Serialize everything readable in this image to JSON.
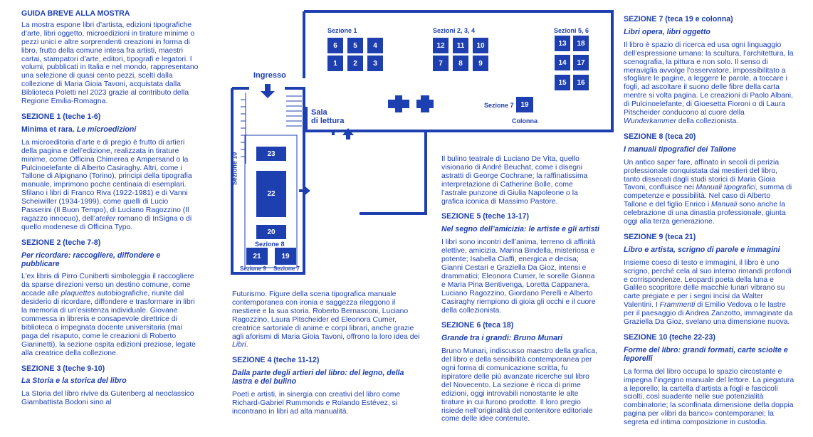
{
  "intro": {
    "title": "GUIDA BREVE ALLA MOSTRA",
    "text": "La mostra espone libri d’artista, edizioni tipografiche d’arte, libri oggetto, microedizioni in tirature minime o pezzi unici e altre sorprendenti creazioni in forma di libro, frutto della comune intesa fra artisti, maestri cartai, stampatori d’arte, editori, tipografi e legatori. I volumi, pubblicati in Italia e nel mondo, rappresentano una selezione di quasi cento pezzi, scelti dalla collezione di Maria Gioia Tavoni, acquistata dalla Biblioteca Poletti nel 2023 grazie al contributo della Regione Emilia-Romagna."
  },
  "s1": {
    "head": "SEZIONE 1 (teche 1-6)",
    "sub_a": "Minima et rara.",
    "sub_b": "Le microedizioni",
    "text": "La microeditoria d’arte e di pregio è frutto di artieri della pagina e dell’edizione, realizzata in tirature minime, come Officina Chimerea e Ampersand o la Pulcinoelefante di Alberto Casiraghy. Altri, come i Tallone di Alpignano (Torino), principi della tipografia manuale, imprimono poche centinaia di esemplari. Sfilano i libri di Franco Riva (1922-1981) e di Vanni Scheiwiller (1934-1999), come quelli di Lucio Passerini (Il Buon Tempo), di Luciano Ragozzino (Il ragazzo innocuo), dell’",
    "atelier": "atelier",
    "text2": " romano di InSigna o di quello modenese di Officina Typo."
  },
  "s2": {
    "head": "SEZIONE 2 (teche 7-8)",
    "sub": "Per ricordare: raccogliere, diffondere e pubblicare",
    "text_a": "L’ex libris di Pirro Cuniberti simboleggia il raccogliere da sparse direzioni verso un destino comune, come accade alle ",
    "plaquettes": "plaquettes",
    "text_b": " autobiografiche, riunite dal desiderio di ricordare, diffondere e trasformare in libri la memoria di un’esistenza individuale. Giovane commessa in libreria e consapevole direttrice di biblioteca o impegnata docente universitaria (mai paga del risaputo, come le creazioni di Roberto Gianinetti), la sezione ospita edizioni preziose, legate alla creatrice della collezione."
  },
  "s3": {
    "head": "SEZIONE 3 (teche 9-10)",
    "sub": "La Storia e la storica del libro",
    "text": "La Storia del libro rivive da Gutenberg al neoclassico Giambattista Bodoni sino al",
    "cont_a": "Futurismo. Figure della scena tipografica manuale contemporanea con ironia e saggezza rileggono il mestiere e la sua storia. Roberto Bernasconi, Luciano Ragozzino, Laura Pitscheider ed Eleonora Cumer, creatrice sartoriale di anime e corpi librari, anche grazie agli aforismi di Maria Gioia Tavoni, offrono la loro idea dei ",
    "libri": "Libri",
    "cont_b": "."
  },
  "s4": {
    "head": "SEZIONE 4 (teche 11-12)",
    "sub": "Dalla parte degli artieri del libro: del legno, della lastra e del bulino",
    "text": "Poeti e artisti, in sinergia con creativi del libro come Richard-Gabriel Rummonds e Rolando Estévez, si incontrano in libri ad alta manualità.",
    "cont": "Il bulino teatrale di Luciano De Vita, quello visionario di André Beuchat, come i disegni astratti di George Cochrane; la raffinatissima interpretazione di Catherine Bolle, come l’astrale punzone di Giulia Napoleone o la grafica iconica di Massimo Pastore."
  },
  "s5": {
    "head": "SEZIONE 5 (teche 13-17)",
    "sub": "Nel segno dell’amicizia: le artiste e gli artisti",
    "text": "I libri sono incontri dell’anima, terreno di affinità elettive, amicizia. Marina Bindella, misteriosa e potente; Isabella Ciaffi, energica e decisa; Gianni Cestari e Graziella Da Gioz, intensi e drammatici; Eleonora Cumer, le sorelle Gianna e Maria Pina Bentivenga, Loretta Cappanera, Luciano Ragozzino, Giordano Perelli e Alberto Casiraghy riempiono di gioia gli occhi e il cuore della collezionista."
  },
  "s6": {
    "head": "SEZIONE 6 (teca 18)",
    "sub": "Grande tra i grandi: Bruno Munari",
    "text": "Bruno Munari, indiscusso maestro della grafica, del libro e della sensibilità contemporanea per ogni forma di comunicazione scritta, fu ispiratore delle più avanzate ricerche sul libro del Novecento. La sezione è ricca di prime edizioni, oggi introvabili nonostante le alte tirature in cui furono prodotte. Il loro pregio risiede nell’originalità del contenitore editoriale come delle idee contenute."
  },
  "s7": {
    "head": "SEZIONE 7 (teca 19 e colonna)",
    "sub": "Libri opera, libri oggetto",
    "text": "Il libro è spazio di ricerca ed usa ogni linguaggio dell’espressione umana: la scultura, l’architettura, la scenografia, la pittura e non solo. Il senso di meraviglia avvolge l’osservatore, impossibilitato a sfogliare le pagine, a leggere le parole, a toccare i fogli, ad ascoltare il suono delle fibre della carta mentre si volta pagina. Le creazioni di Paolo Albani, di Pulcinoelefante, di Gioesetta Fioroni o di Laura Pitscheider conducono al cuore della ",
    "wk": "Wunderkammer",
    "text2": " della collezionista."
  },
  "s8": {
    "head": "SEZIONE 8 (teca 20)",
    "sub": "I manuali tipografici dei Tallone",
    "text": "Un antico saper fare, affinato in secoli di perizia professionale conquistata dai mestieri del libro, tanto dissecati dagli studi storici di Maria Gioia Tavoni, confluisce nei ",
    "mt": "Manuali tipografici",
    "text2": ", summa di competenze e possibilità. Nel caso di Alberto Tallone e del figlio Enrico i ",
    "m": "Manuali",
    "text3": " sono anche la celebrazione di una dinastia professionale, giunta oggi alla terza generazione."
  },
  "s9": {
    "head": "SEZIONE 9 (teca 21)",
    "sub": "Libro e artista, scrigno di parole e immagini",
    "text": "Insieme coeso di testo e immagini, il libro è uno scrigno, perché cela al suo interno rimandi profondi e corrispondenze. Leopardi poeta della luna e Galileo scopritore delle macchie lunari vibrano su carte pregiate e per i segni incisi da Walter Valentini. I ",
    "fr": "Frammenti",
    "text2": " di Emilio Vedova o le lastre per il paesaggio di Andrea Zanzotto, immaginate da Graziella Da Gioz, svelano una dimensione nuova."
  },
  "s10": {
    "head": "SEZIONE 10 (teche 22-23)",
    "sub": "Forme del libro: grandi formati, carte sciolte e leporelli",
    "text": "La forma del libro occupa lo spazio circostante e impegna l’ingegno manuale del lettore. La piegatura a leporello; la cartella d’artista a fogli e fascicoli sciolti, così suadente nelle sue potenzialità combinatorie; la sconfinata dimensione della doppia pagina per «libri da banco» contemporanei; la segreta ed intima composizione in custodia."
  },
  "map": {
    "ingresso": "Ingresso",
    "sala_a": "Sala",
    "sala_b": "di lettura",
    "lab_s1": "Sezione 1",
    "lab_s234": "Sezioni 2, 3, 4",
    "lab_s56": "Sezioni 5, 6",
    "lab_s7": "Sezione 7",
    "lab_col": "Colonna",
    "lab_s10": "Sezione 10",
    "lab_s8": "Sezione 8",
    "lab_s9": "Sezione 9",
    "lab_s7b": "Sezione 7",
    "cases": [
      "6",
      "5",
      "4",
      "1",
      "2",
      "3",
      "12",
      "11",
      "10",
      "7",
      "8",
      "9",
      "13",
      "18",
      "14",
      "17",
      "15",
      "16",
      "19",
      "23",
      "22",
      "20",
      "21",
      "19"
    ]
  },
  "colors": {
    "ink": "#1d3fb0",
    "bg": "#ffffff"
  }
}
